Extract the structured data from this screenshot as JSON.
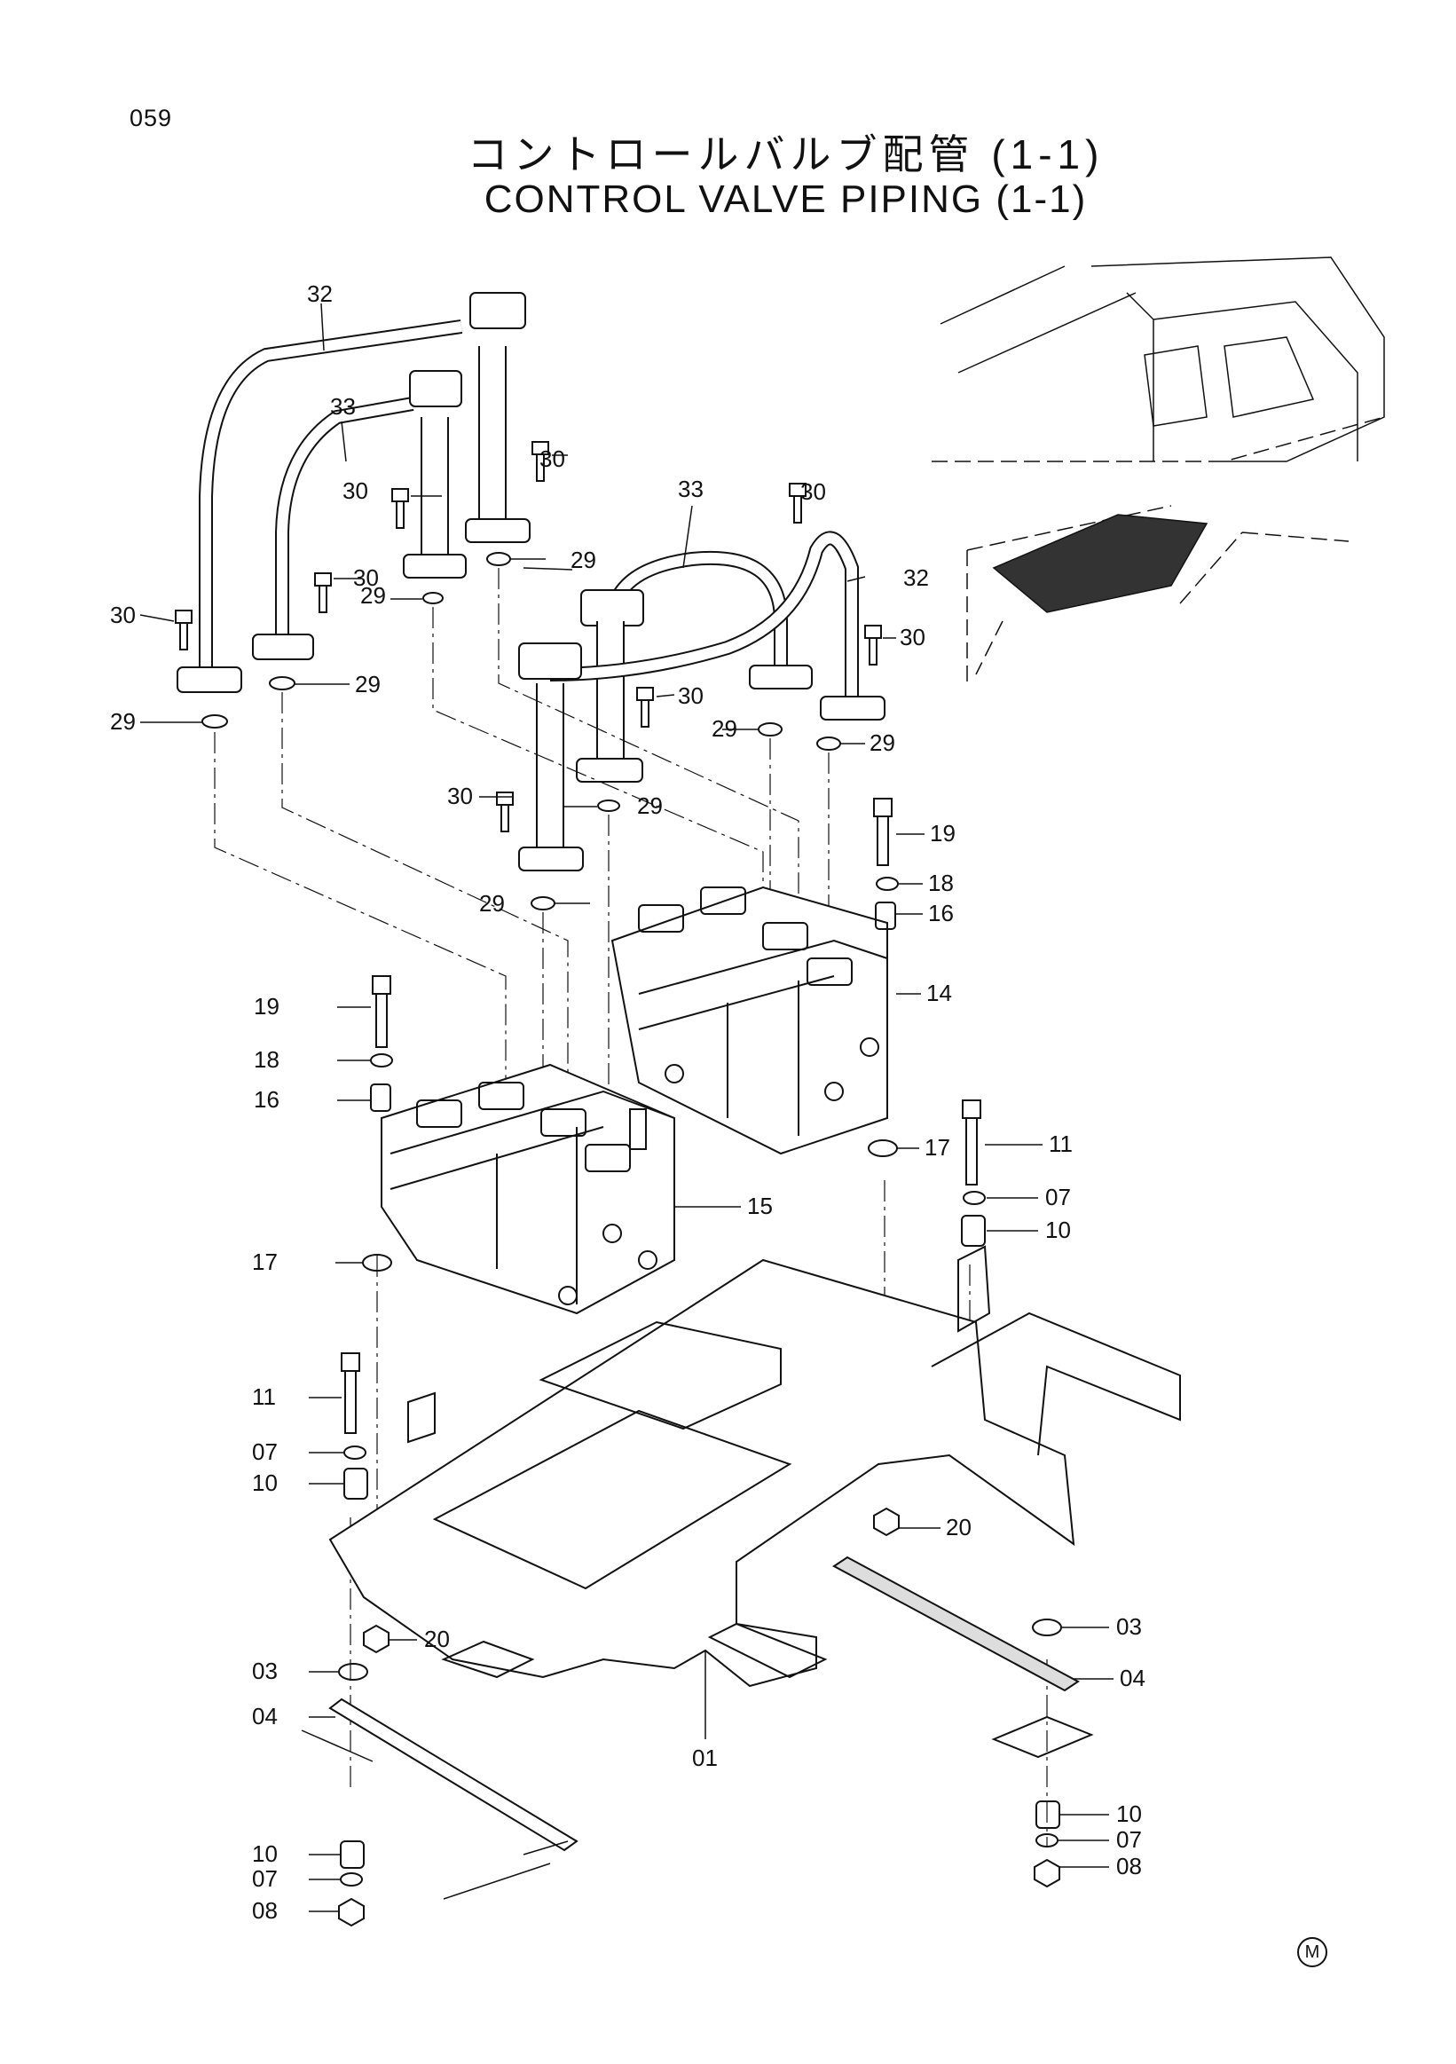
{
  "page_number": "059",
  "title_jp": "コントロールバルブ配管 (1-1)",
  "title_en": "CONTROL VALVE PIPING (1-1)",
  "corner_mark": "M",
  "part_labels": [
    "32",
    "33",
    "30",
    "30",
    "30",
    "30",
    "29",
    "29",
    "29",
    "29",
    "33",
    "30",
    "32",
    "30",
    "30",
    "29",
    "29",
    "30",
    "29",
    "29",
    "19",
    "18",
    "16",
    "14",
    "19",
    "18",
    "16",
    "17",
    "11",
    "07",
    "10",
    "15",
    "17",
    "11",
    "07",
    "10",
    "20",
    "03",
    "04",
    "20",
    "03",
    "04",
    "10",
    "07",
    "08",
    "01",
    "10",
    "07",
    "08"
  ],
  "colors": {
    "line": "#111111",
    "background": "#ffffff"
  }
}
